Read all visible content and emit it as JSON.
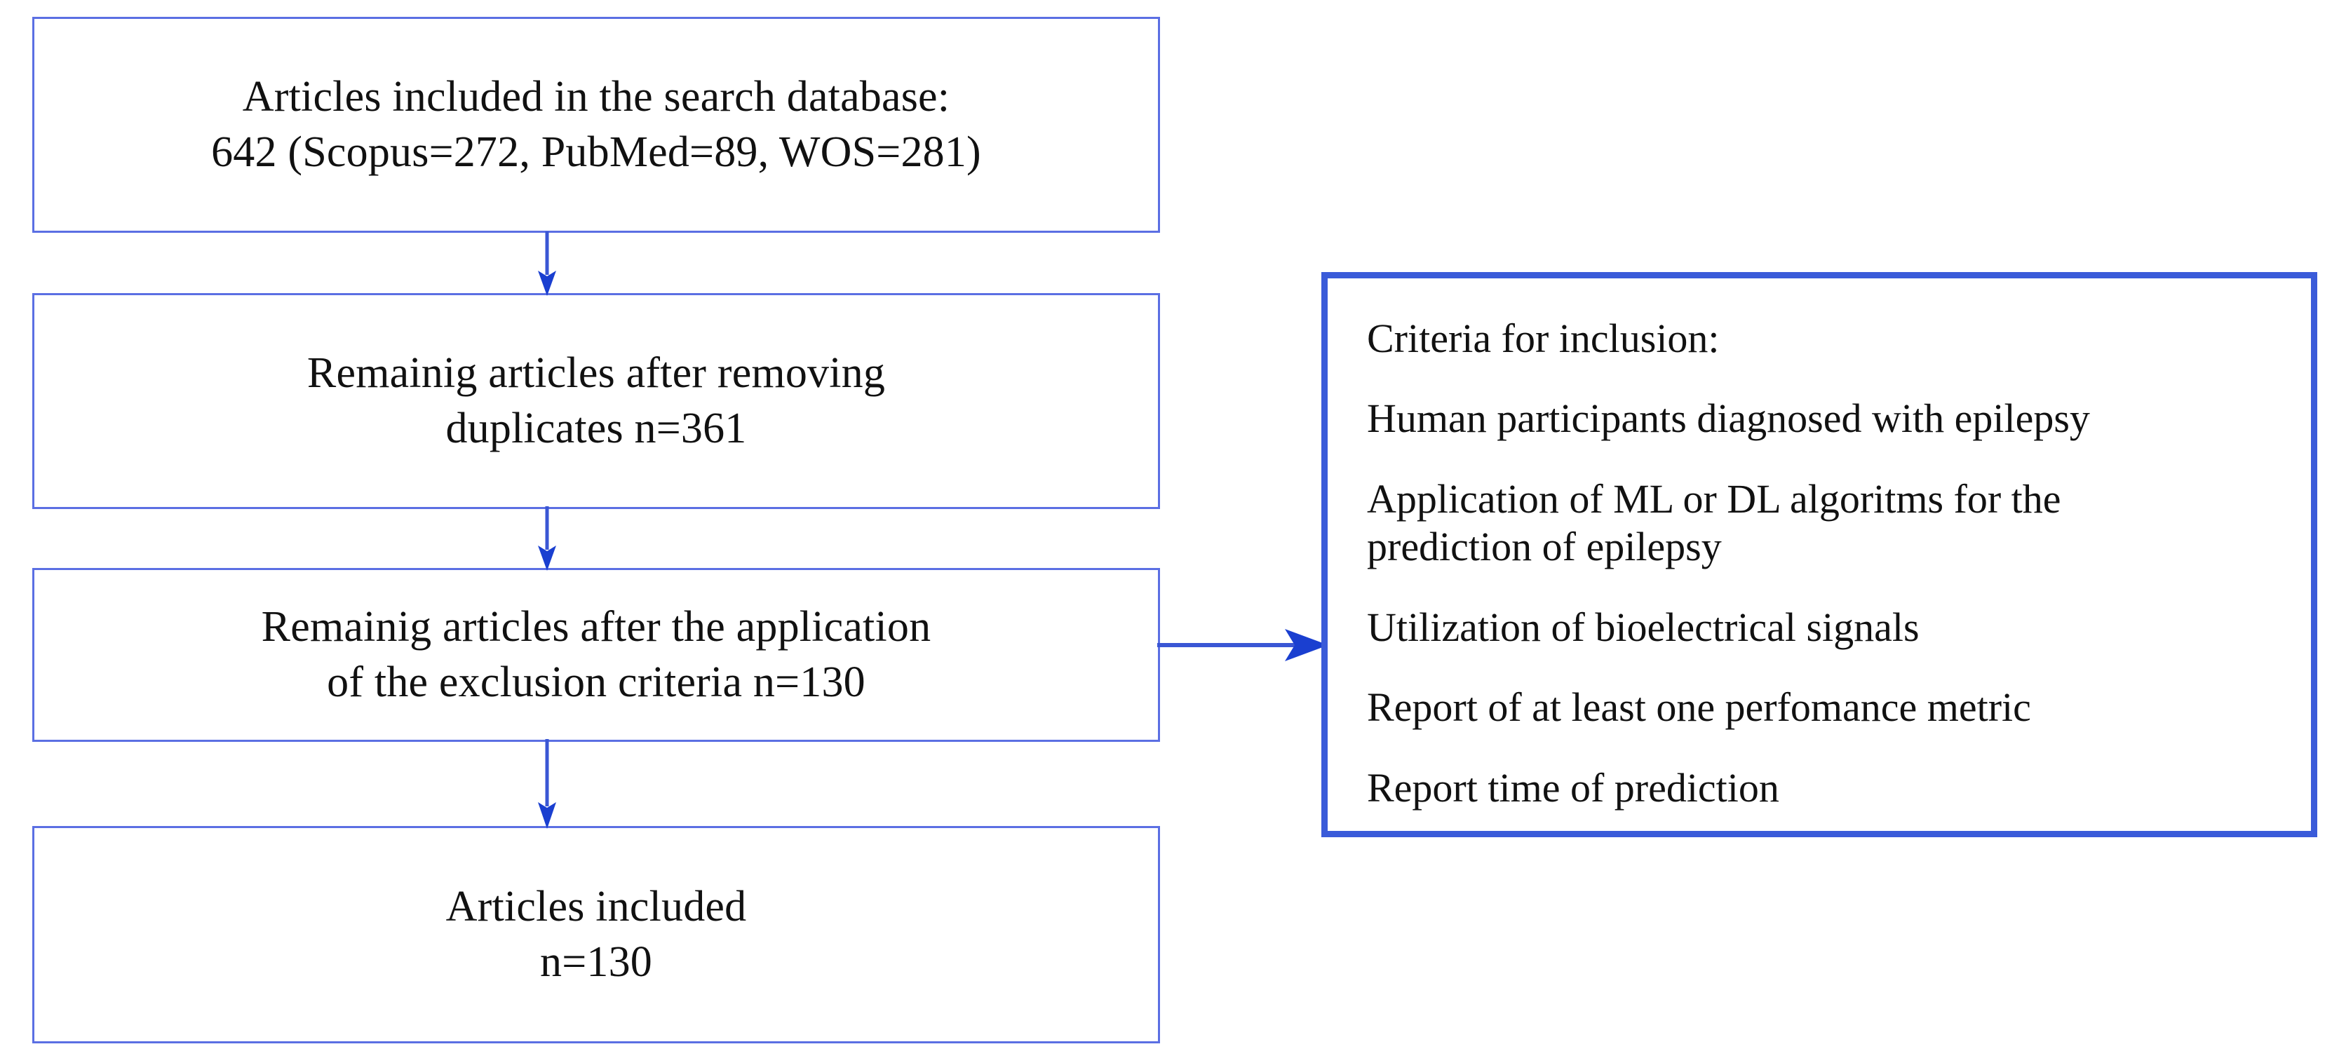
{
  "diagram": {
    "type": "prisma-flow-diagram",
    "accent_color_thin": "#5B6FE3",
    "accent_color_thick": "#3A5BD9",
    "arrow_color": "#3A56D4",
    "background_color": "#FFFFFF",
    "text_color": "#111111"
  },
  "flow": {
    "boxes": [
      {
        "id": "search-database",
        "text": "Articles included in the search database:\n642 (Scopus=272, PubMed=89, WOS=281)",
        "count": 642,
        "sources": [
          {
            "name": "Scopus",
            "value": 272
          },
          {
            "name": "PubMed",
            "value": 89
          },
          {
            "name": "WOS",
            "value": 281
          }
        ]
      },
      {
        "id": "after-duplicates",
        "text": "Remainig articles after removing\nduplicates n=361",
        "count": 361
      },
      {
        "id": "after-exclusion",
        "text": "Remainig articles after the application\nof the exclusion criteria n=130",
        "count": 130
      },
      {
        "id": "articles-included",
        "text": "Articles included\nn=130",
        "count": 130
      }
    ]
  },
  "criteria": {
    "heading": "Criteria for inclusion:",
    "items": [
      "Human participants diagnosed with epilepsy",
      "Application of ML or DL algoritms for the\nprediction of epilepsy",
      "Utilization of bioelectrical signals",
      "Report of at least one perfomance metric",
      "Report time of prediction"
    ]
  },
  "connectors": [
    {
      "id": "arrow-search-to-duplicates",
      "direction": "down"
    },
    {
      "id": "arrow-duplicates-to-exclusion",
      "direction": "down"
    },
    {
      "id": "arrow-exclusion-to-included",
      "direction": "down"
    },
    {
      "id": "arrow-exclusion-to-criteria",
      "direction": "right"
    }
  ]
}
